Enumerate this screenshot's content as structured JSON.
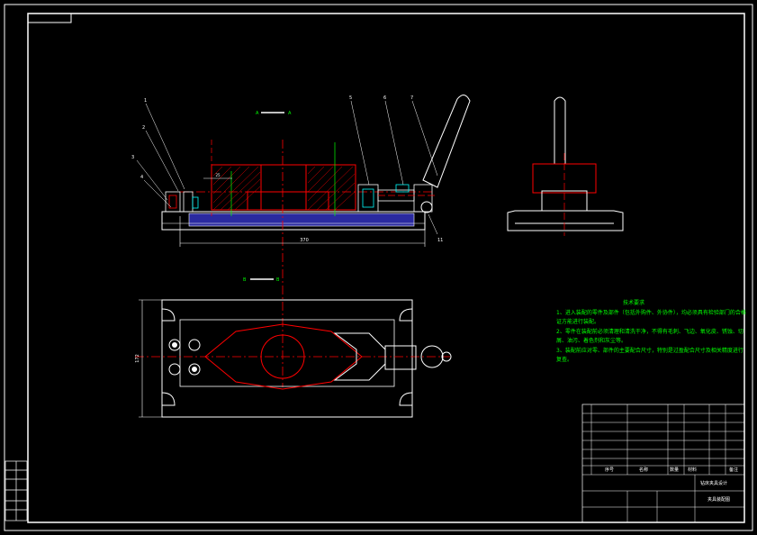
{
  "drawing": {
    "dimension_length": "370",
    "dimension_height": "172",
    "dimension_small": "25",
    "section_labels": [
      "A",
      "B"
    ],
    "callouts": [
      "1",
      "2",
      "3",
      "4",
      "5",
      "6",
      "7",
      "11"
    ]
  },
  "technical_requirements": {
    "title": "技术要求",
    "lines": [
      "1、进入装配的零件及部件（包括外购件、外协件），均必须具有检验部门的合格证方能进行装配。",
      "2、零件在装配前必须清理和清洗干净，不得有毛刺、飞边、氧化皮、锈蚀、切屑、油污、着色剂和灰尘等。",
      "3、装配前应对零、部件的主要配合尺寸，特别是过盈配合尺寸及相关精度进行复查。"
    ]
  },
  "title_block": {
    "header_labels": [
      "序号",
      "名称",
      "数量",
      "材料",
      "备注"
    ],
    "drawing_name": "钻床夹具设计",
    "drawing_number": "夹具装配图"
  },
  "colors": {
    "background": "#000000",
    "line": "#ffffff",
    "red": "#ff0000",
    "blue": "#2a2aa0",
    "green": "#00ff00",
    "cyan": "#00ffff",
    "yellow": "#ffff00"
  }
}
